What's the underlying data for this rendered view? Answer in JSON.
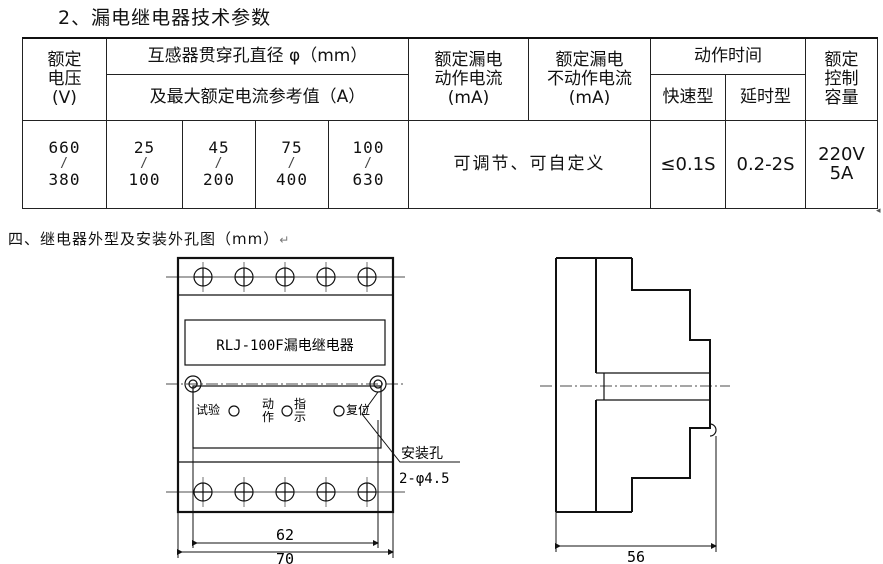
{
  "section_heading": "2、漏电继电器技术参数",
  "table": {
    "header": {
      "rated_voltage": [
        "额定",
        "电压",
        "(V)"
      ],
      "ct_hole": "互感器贯穿孔直径 φ（mm）",
      "max_current": "及最大额定电流参考值（A）",
      "rated_leak_action": [
        "额定漏电",
        "动作电流",
        "(mA)"
      ],
      "rated_leak_nonaction": [
        "额定漏电",
        "不动作电流",
        "(mA)"
      ],
      "action_time": "动作时间",
      "fast_type": "快速型",
      "delay_type": "延时型",
      "rated_capacity": [
        "额定",
        "控制",
        "容量"
      ]
    },
    "row": {
      "voltage": {
        "top": "660",
        "slash": "/",
        "bottom": "380"
      },
      "holes": [
        {
          "top": "25",
          "slash": "/",
          "bottom": "100"
        },
        {
          "top": "45",
          "slash": "/",
          "bottom": "200"
        },
        {
          "top": "75",
          "slash": "/",
          "bottom": "400"
        },
        {
          "top": "100",
          "slash": "/",
          "bottom": "630"
        }
      ],
      "currents": "可调节、可自定义",
      "fast": "≤0.1S",
      "delay": "0.2-2S",
      "capacity": [
        "220V",
        "5A"
      ]
    }
  },
  "drawing_caption": "四、继电器外型及安装外孔图（mm）",
  "caption_mark": "↵",
  "drawing": {
    "front": {
      "model_label": "RLJ-100F漏电继电器",
      "test": "试验",
      "action": [
        "动",
        "作"
      ],
      "indicator": [
        "指",
        "示"
      ],
      "reset": "复位",
      "mount_hole": "安装孔",
      "mount_spec": "2-φ4.5",
      "dim_inner": "62",
      "dim_outer": "70"
    },
    "side": {
      "dim_depth": "56"
    }
  }
}
